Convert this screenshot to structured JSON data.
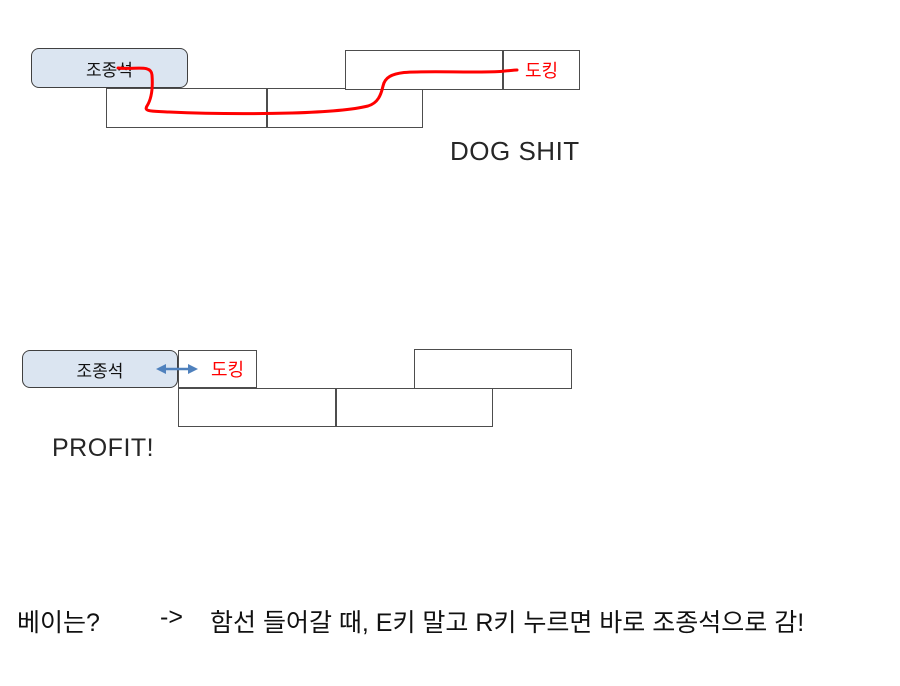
{
  "diagram_top": {
    "cockpit_label": "조종석",
    "docking_label": "도킹",
    "caption": "DOG SHIT"
  },
  "diagram_bottom": {
    "cockpit_label": "조종석",
    "docking_label": "도킹",
    "caption": "PROFIT!"
  },
  "footer": {
    "question": "베이는?",
    "arrow": "->",
    "answer": "함선 들어갈 때, E키 말고 R키 누르면 바로 조종석으로 감!"
  },
  "colors": {
    "cockpit_fill": "#dbe5f1",
    "box_border": "#4d4d4d",
    "route_red": "#ff0000",
    "arrow_blue": "#4f81bd",
    "text": "#111111"
  }
}
